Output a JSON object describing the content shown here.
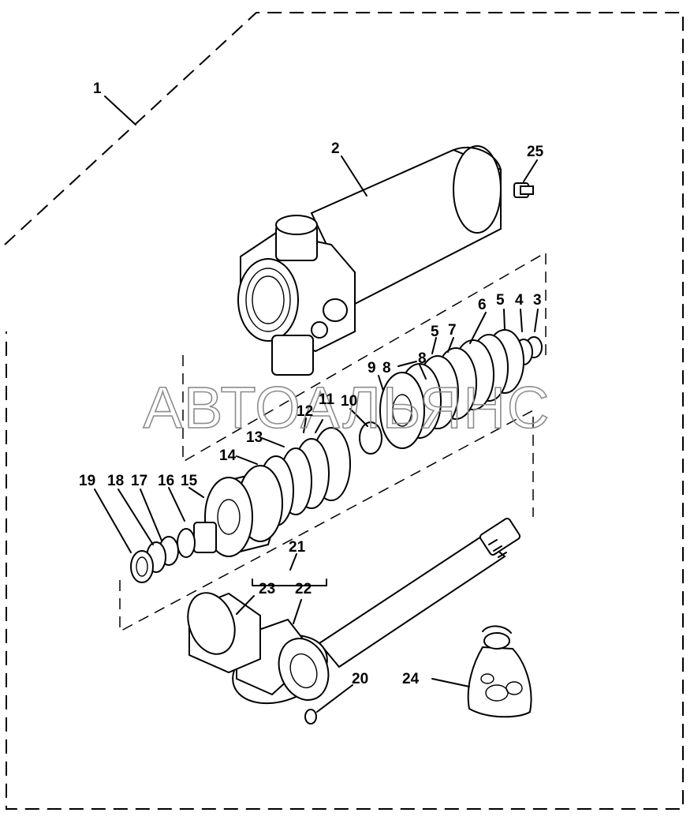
{
  "watermark": "АВТОАЛЬЯНС",
  "labels": {
    "p1": "1",
    "p2": "2",
    "p3": "3",
    "p4": "4",
    "p5a": "5",
    "p6": "6",
    "p5b": "5",
    "p7": "7",
    "p8a": "8",
    "p8b": "8",
    "p9": "9",
    "p10": "10",
    "p11": "11",
    "p12": "12",
    "p13": "13",
    "p14": "14",
    "p15": "15",
    "p16": "16",
    "p17": "17",
    "p18": "18",
    "p19": "19",
    "p20": "20",
    "p21": "21",
    "p22": "22",
    "p23": "23",
    "p24": "24",
    "p25": "25"
  }
}
